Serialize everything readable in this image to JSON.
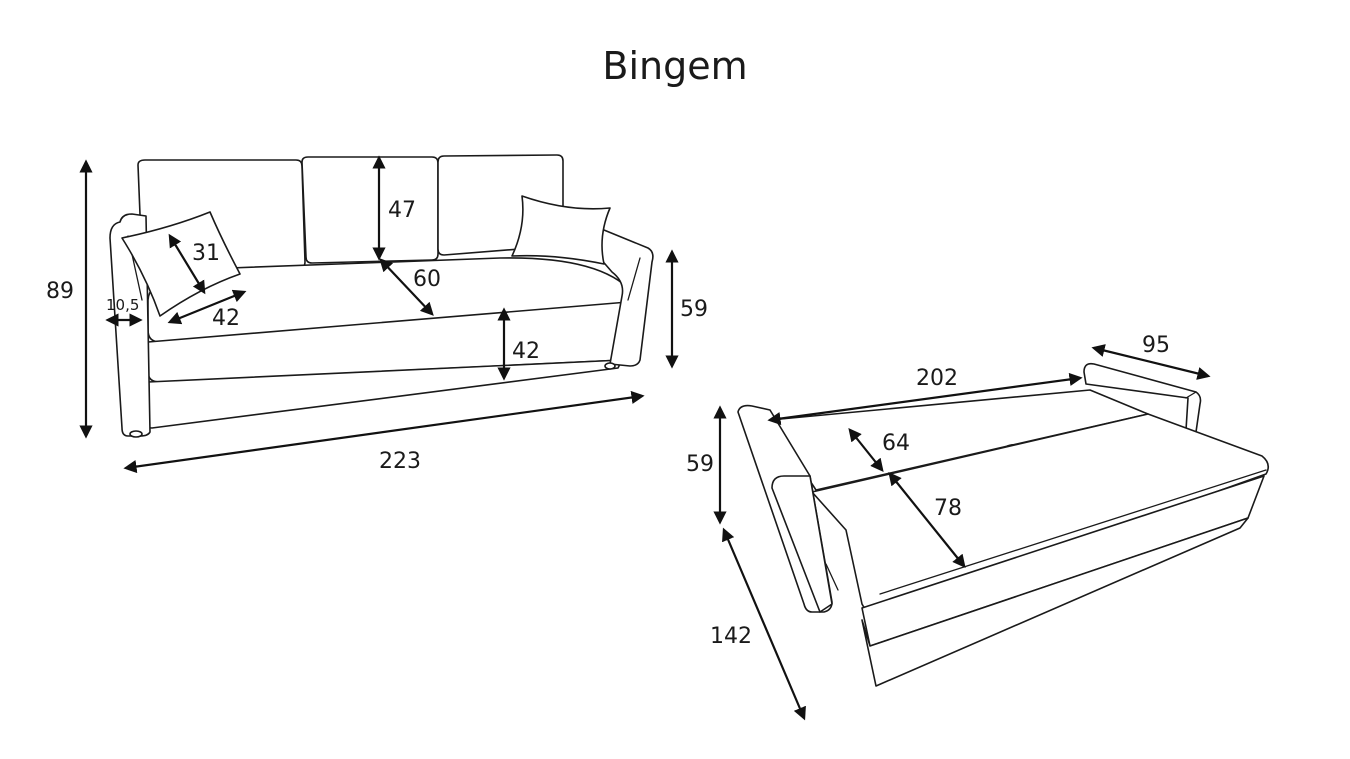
{
  "title": "Bingem",
  "sofa": {
    "dims": {
      "total_height": "89",
      "arm_width": "10,5",
      "pillow_height": "31",
      "pillow_width": "42",
      "back_cushion_height": "47",
      "seat_depth": "60",
      "seat_height": "42",
      "arm_height": "59",
      "total_width": "223"
    }
  },
  "bed": {
    "dims": {
      "height": "59",
      "sleep_length": "202",
      "depth_closed": "95",
      "back_part": "64",
      "front_part": "78",
      "total_depth": "142"
    }
  },
  "colors": {
    "line": "#1a1a1a",
    "background": "#ffffff"
  }
}
